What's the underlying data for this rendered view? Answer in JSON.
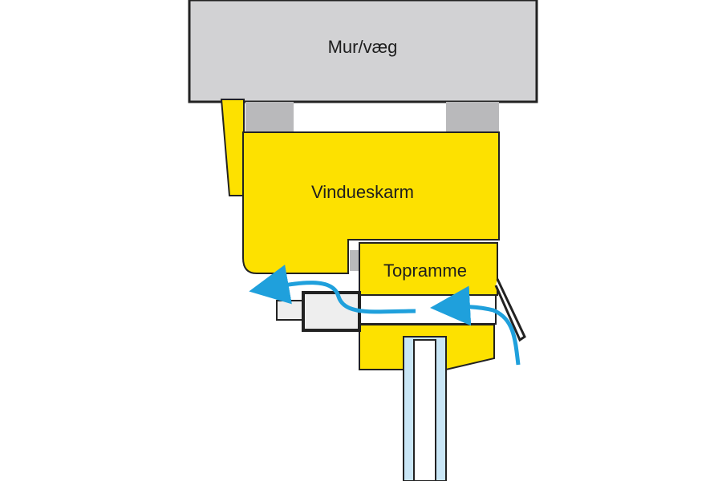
{
  "diagram": {
    "labels": {
      "wall": "Mur/væg",
      "window_frame": "Vindueskarm",
      "top_sash": "Topramme"
    },
    "colors": {
      "wall_fill": "#d2d2d4",
      "gap_fill": "#b9b9bb",
      "frame_yellow": "#fde100",
      "glass_blue": "#c9e6f6",
      "airflow_arrow": "#1fa0dc",
      "outline": "#222222",
      "vent_fill": "#eeeeee"
    },
    "arrows": [
      {
        "name": "airflow-arrow-outer",
        "direction": "right-to-left"
      },
      {
        "name": "airflow-arrow-inner",
        "direction": "bottom-to-left"
      }
    ]
  }
}
